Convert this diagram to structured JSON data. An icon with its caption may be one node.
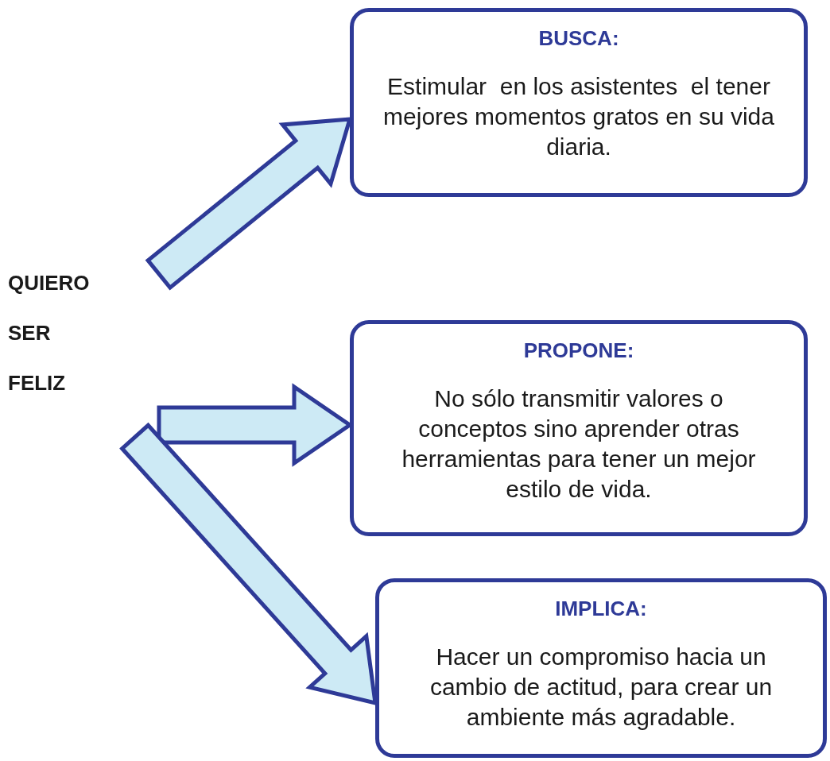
{
  "diagram": {
    "nodes": [
      {
        "text": [
          "QUIERO SER FELIZ"
        ]
      },
      {
        "text": [
          "**BUSCA**:",
          "Estimular  en los asistentes  el tener mejores momentos gratos en su vida diaria."
        ]
      },
      {
        "text": [
          "PROPONE:",
          "No sólo transmitir valores o conceptos sino aprender otras herramientas para tener un mejor estilo de vida."
        ]
      },
      {
        "text": [
          "IMPLICA:",
          "Hacer un compromiso hacia un cambio de actitud, para crear un ambiente más agradable."
        ]
      }
    ],
    "edges": [
      {
        "from": 0,
        "to": 1,
        "arrow": "to"
      },
      {
        "from": 0,
        "to": 2,
        "arrow": "to"
      },
      {
        "from": 0,
        "to": 3,
        "arrow": "to"
      }
    ]
  }
}
